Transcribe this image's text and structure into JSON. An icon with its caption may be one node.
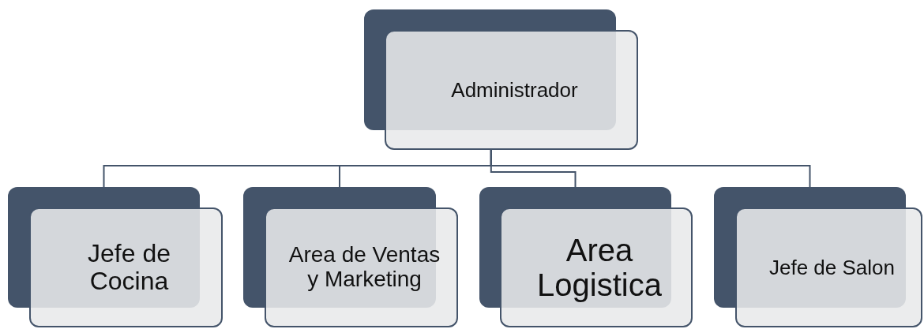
{
  "diagram": {
    "nodes": [
      {
        "text": [
          "Administrador"
        ]
      },
      {
        "text": [
          "Jefe de Cocina"
        ]
      },
      {
        "text": [
          "Area de Ventas y Marketing"
        ]
      },
      {
        "text": [
          "Area Logistica"
        ]
      },
      {
        "text": [
          "Jefe de Salon"
        ]
      }
    ],
    "edges": [
      {
        "from": 0,
        "to": 1,
        "arrow": "none"
      },
      {
        "from": 0,
        "to": 2,
        "arrow": "none"
      },
      {
        "from": 0,
        "to": 3,
        "arrow": "none"
      },
      {
        "from": 0,
        "to": 4,
        "arrow": "none"
      }
    ]
  }
}
